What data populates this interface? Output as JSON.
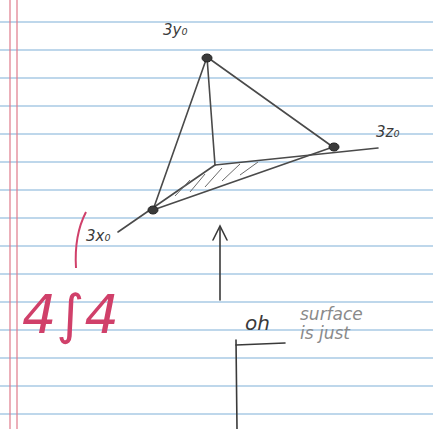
{
  "diagram": {
    "labels": [
      "3y₀",
      "3z₀",
      "3x₀",
      "4∫4",
      "oh",
      "surface is just"
    ]
  }
}
